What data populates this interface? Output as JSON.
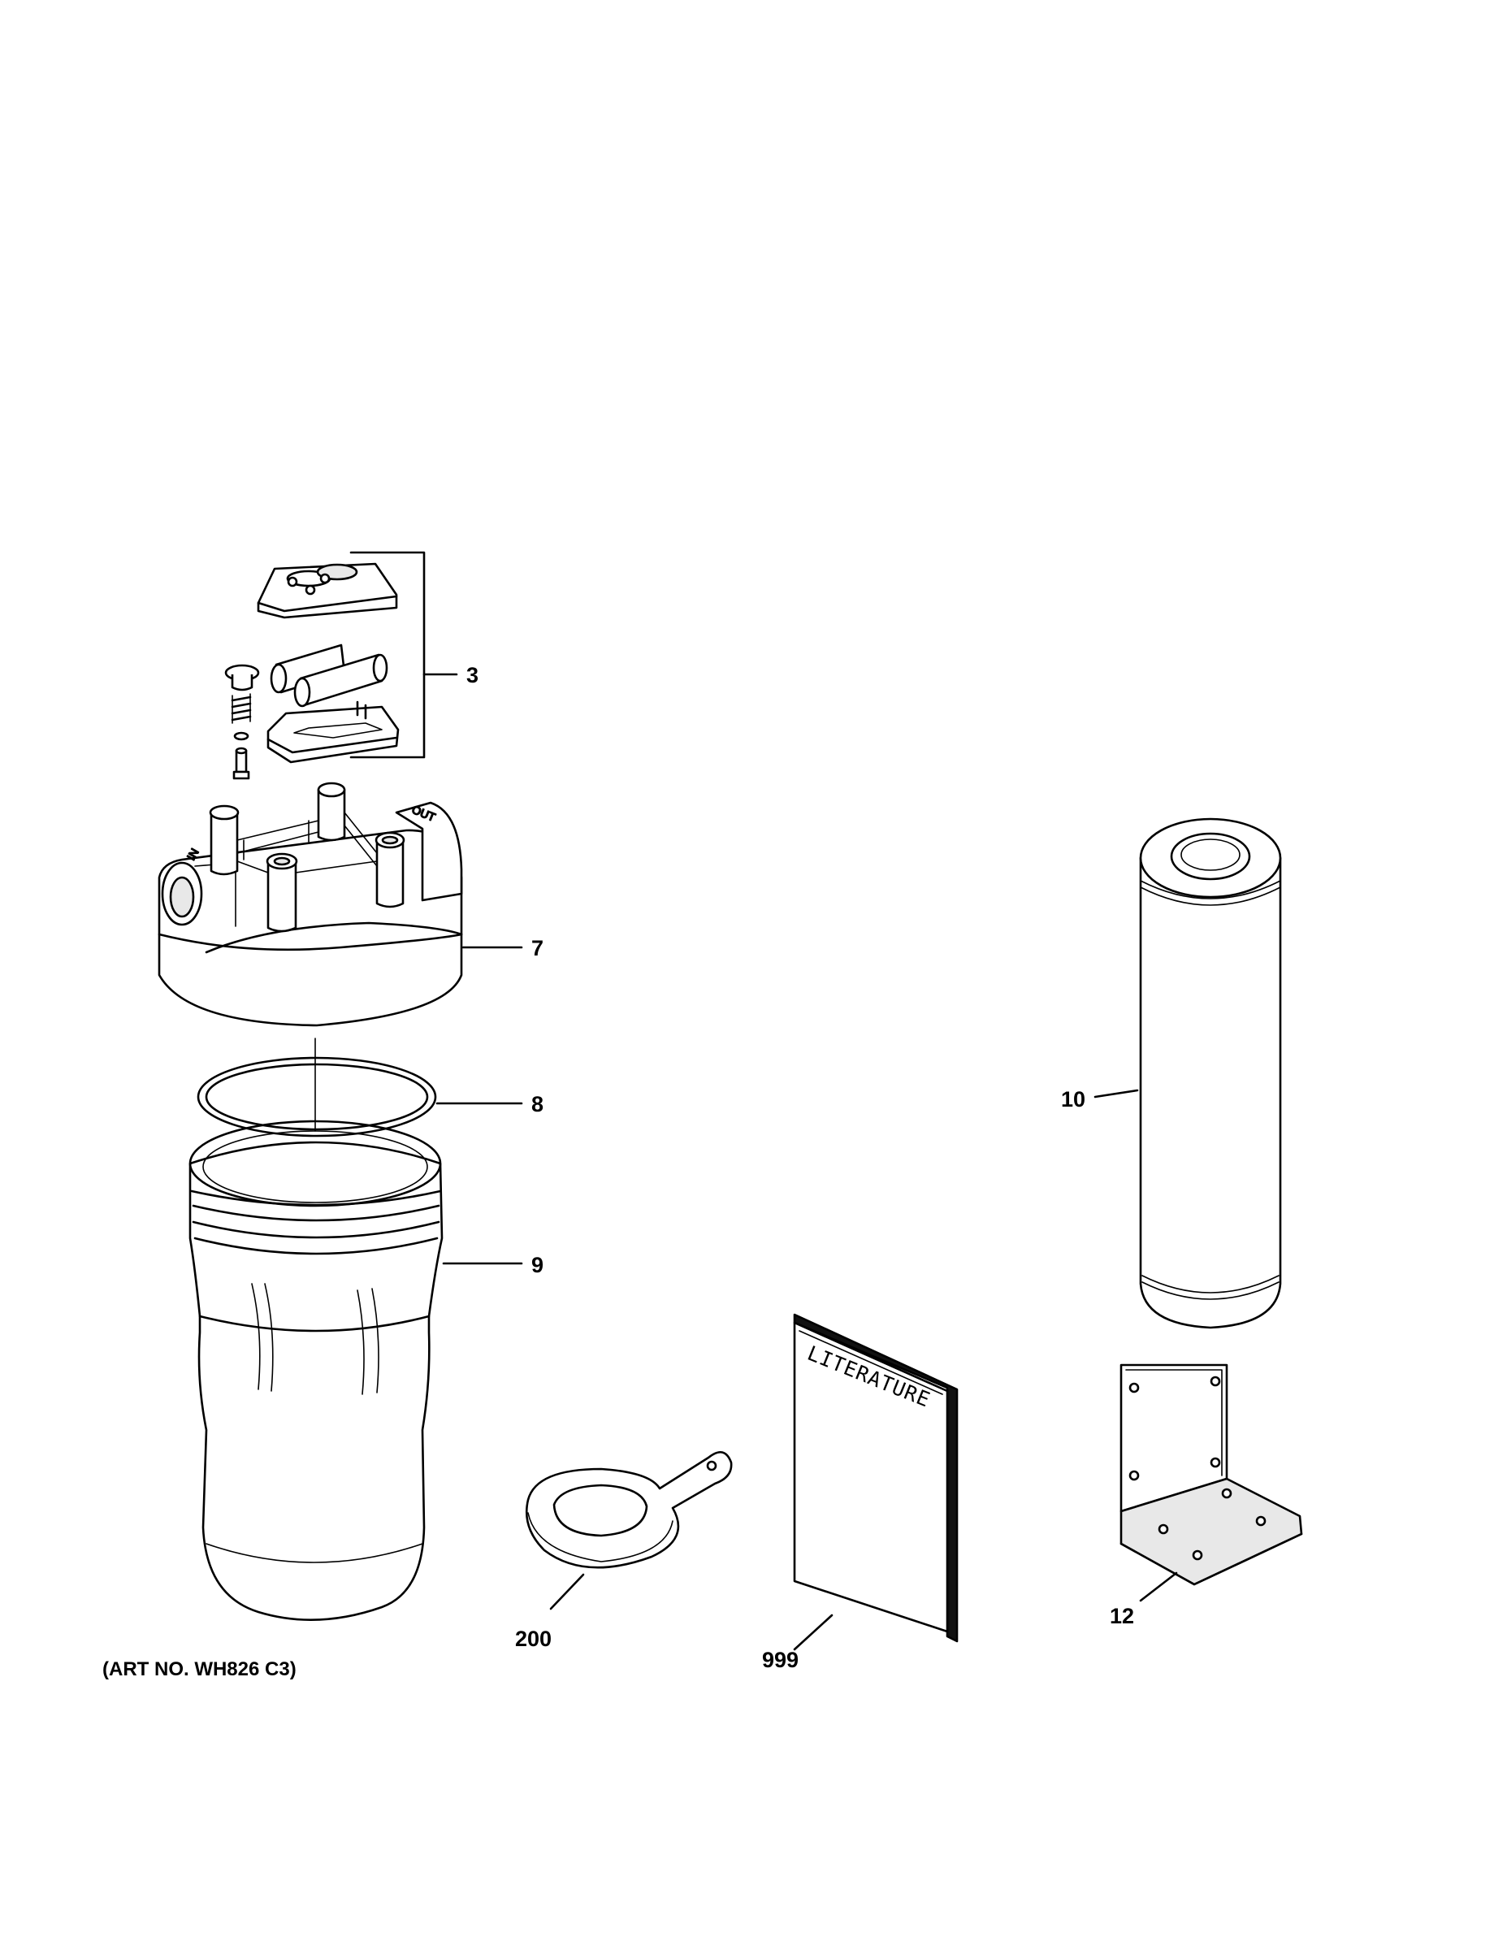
{
  "callouts": [
    {
      "id": "3",
      "label": "3"
    },
    {
      "id": "7",
      "label": "7"
    },
    {
      "id": "8",
      "label": "8"
    },
    {
      "id": "9",
      "label": "9"
    },
    {
      "id": "10",
      "label": "10"
    },
    {
      "id": "12",
      "label": "12"
    },
    {
      "id": "200",
      "label": "200"
    },
    {
      "id": "999",
      "label": "999"
    }
  ],
  "housing_marks": {
    "in": "IN",
    "out": "OUT"
  },
  "literature_text": "LITERATURE",
  "art_number": "(ART NO. WH826 C3)"
}
